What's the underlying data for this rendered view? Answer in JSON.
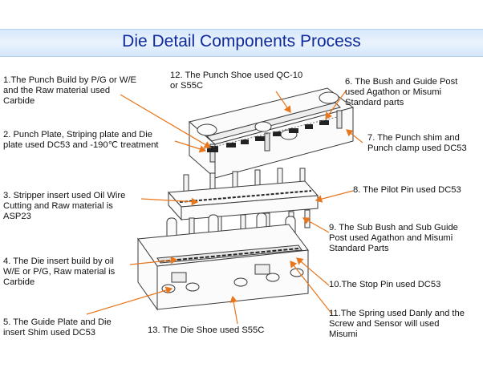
{
  "title": "Die Detail Components Process",
  "labels": [
    "1.The Punch Build by P/G or W/E\nand the Raw material used\nCarbide",
    "2. Punch Plate, Striping plate and Die\nplate used DC53 and -190℃ treatment",
    "3. Stripper insert used Oil Wire\nCutting and Raw material is\nASP23",
    "4. The Die insert build by oil\nW/E or P/G, Raw material is\nCarbide",
    "5. The Guide Plate and Die\ninsert Shim used DC53",
    "6. The Bush and Guide Post\nused Agathon or Misumi\nStandard parts",
    "7. The Punch shim and\nPunch clamp used DC53",
    "8. The Pilot Pin used DC53",
    "9. The Sub Bush and Sub Guide\nPost used Agathon and Misumi\nStandard Parts",
    "10.The Stop Pin used DC53",
    "11.The Spring used Danly and  the\nScrew and Sensor  will used\nMisumi",
    "12. The Punch Shoe used QC-10\nor S55C",
    "13. The Die Shoe used S55C"
  ],
  "colors": {
    "title": "#0f2a9a",
    "arrow": "#e8761c",
    "line": "#3a3a3a"
  }
}
